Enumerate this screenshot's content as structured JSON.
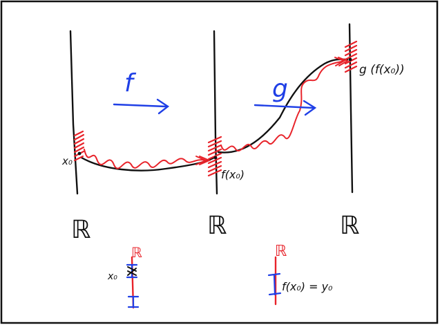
{
  "colors": {
    "ink": "#111111",
    "red": "#e8232a",
    "blue": "#1f3fe6",
    "border": "#111111"
  },
  "labels": {
    "f": "f",
    "g": "g",
    "x0": "x₀",
    "f_x0": "f(x₀)",
    "g_f_x0": "g (f(x₀))",
    "r1": "ℝ",
    "r2": "ℝ",
    "r3": "ℝ",
    "r_bottom_left": "ℝ",
    "r_bottom_right": "ℝ",
    "x0_bottom": "x₀",
    "f_x0_eq_y0": "f(x₀) = y₀"
  }
}
